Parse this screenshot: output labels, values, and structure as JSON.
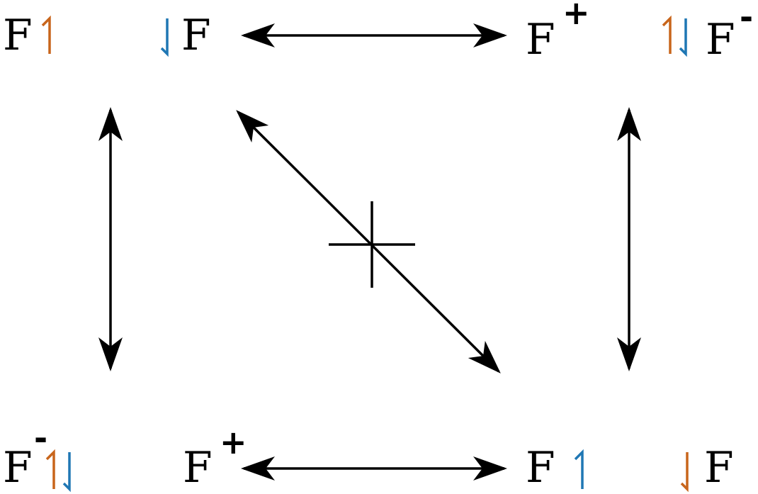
{
  "species": {
    "top_left_atom_a": "F",
    "top_left_atom_b": "F",
    "top_right_ion_pos": "F",
    "top_right_pos_charge": "+",
    "top_right_ion_neg": "F",
    "top_right_neg_charge": "-",
    "bottom_left_ion_neg": "F",
    "bottom_left_neg_charge": "-",
    "bottom_left_ion_pos": "F",
    "bottom_left_pos_charge": "+",
    "bottom_right_atom_a": "F",
    "bottom_right_atom_b": "F"
  },
  "colors": {
    "spin_up": "#C8651B",
    "spin_down": "#1F77B4",
    "arrow": "#000000"
  },
  "icons": {
    "spin_up": "half-arrow-up",
    "spin_down": "half-arrow-down",
    "blocked": "cross-mark"
  }
}
